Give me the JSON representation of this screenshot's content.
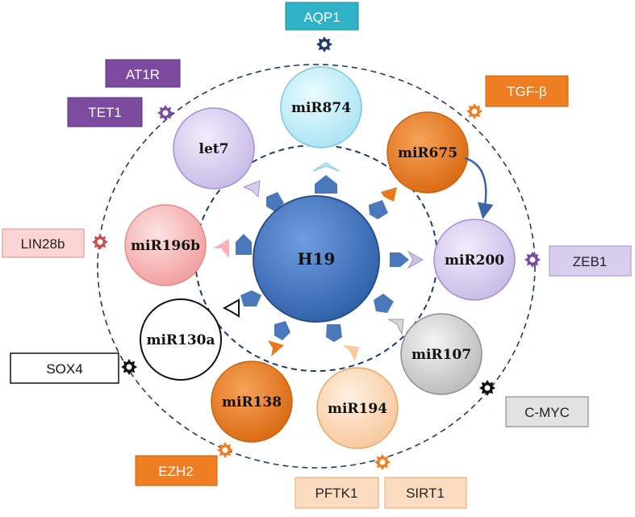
{
  "hub": {
    "label": "H19"
  },
  "mirnas": {
    "mir874": "miR874",
    "mir675": "miR675",
    "mir200": "miR200",
    "mir107": "miR107",
    "mir194": "miR194",
    "mir138": "miR138",
    "mir130a": "miR130a",
    "mir196b": "miR196b",
    "let7": "let7"
  },
  "targets": {
    "aqp1": "AQP1",
    "tgfb": "TGF-β",
    "zeb1": "ZEB1",
    "cmyc": "C-MYC",
    "pftk1": "PFTK1",
    "sirt1": "SIRT1",
    "ezh2": "EZH2",
    "sox4": "SOX4",
    "lin28b": "LIN28b",
    "tet1": "TET1",
    "at1r": "AT1R"
  },
  "colors": {
    "hub": "#3f6fb6",
    "mir874": "#c9f1fb",
    "mir675": "#e8791f",
    "mir200": "#d9cdee",
    "mir107": "#d0d0d0",
    "mir194": "#fbd3b0",
    "mir138": "#e8791f",
    "mir130a": "#ffffff",
    "mir196b": "#f7b7b7",
    "let7": "#d9cdee",
    "target_teal": "#2fb2c8",
    "target_purple": "#7c4a9e",
    "target_orange": "#ef7d22",
    "target_lavender": "#d9cdee",
    "target_pink": "#fbd4d4",
    "target_peach": "#fcdcc0",
    "target_gray": "#e2e2e2",
    "ring": "#1f3a6e"
  }
}
